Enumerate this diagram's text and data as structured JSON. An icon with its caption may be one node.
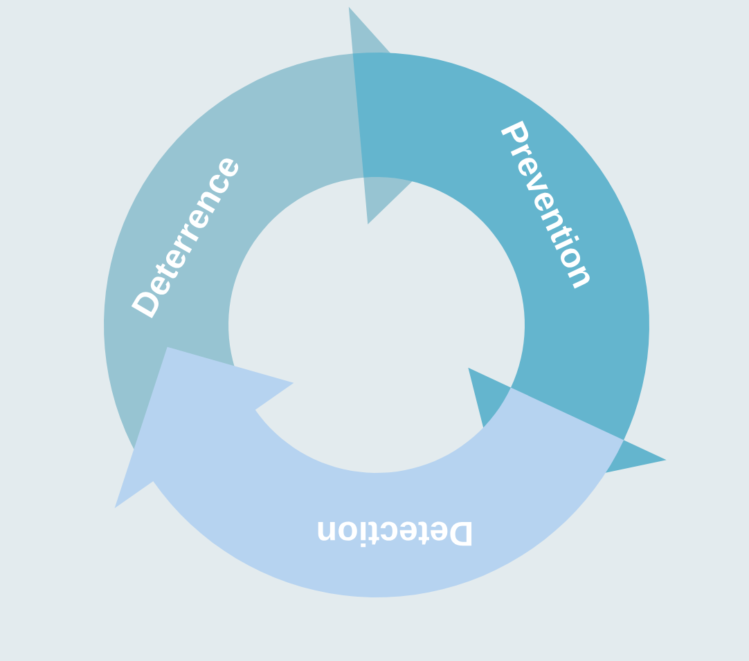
{
  "diagram": {
    "nodes": [
      {
        "text": [
          "Deterrence"
        ]
      },
      {
        "text": [
          "Prevention"
        ]
      },
      {
        "text": [
          "Detection"
        ]
      }
    ]
  }
}
